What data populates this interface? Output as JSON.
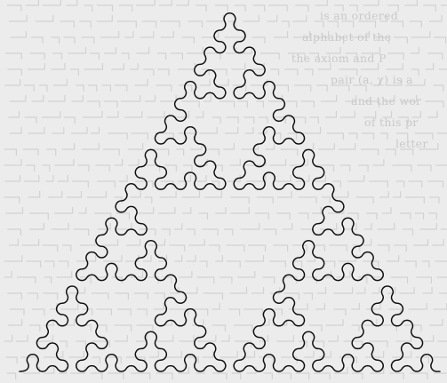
{
  "figure": {
    "background_color": "#ececec",
    "curve_color": "#111111",
    "bleed_text_color": "#c9c9c9",
    "curve_type": "Sierpinski arrowhead curve",
    "recursion_order": 6
  },
  "bleed_through_text": [
    "is an ordered",
    "alphabet of the",
    "the axiom and P",
    "pair (a, χ) is a",
    "and the wor",
    "of this pr",
    "letter",
    "",
    "",
    "",
    "",
    "",
    "",
    "",
    ""
  ]
}
